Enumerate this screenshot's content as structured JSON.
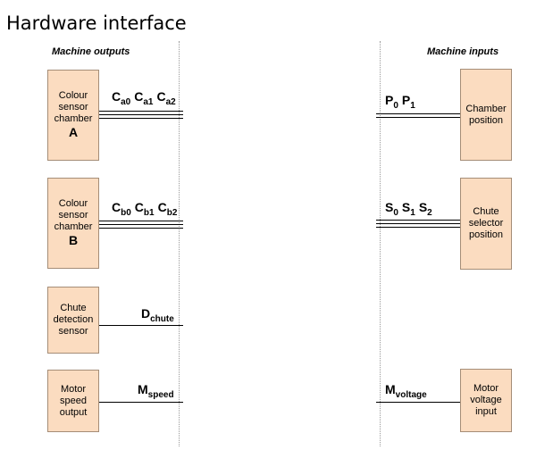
{
  "title": "Hardware interface",
  "outputs_header": "Machine outputs",
  "inputs_header": "Machine inputs",
  "outputs": [
    {
      "lines": [
        "Colour",
        "sensor",
        "chamber"
      ],
      "big": "A",
      "signal": [
        {
          "b": "C",
          "s": "a0"
        },
        {
          "b": "C",
          "s": "a1"
        },
        {
          "b": "C",
          "s": "a2"
        }
      ]
    },
    {
      "lines": [
        "Colour",
        "sensor",
        "chamber"
      ],
      "big": "B",
      "signal": [
        {
          "b": "C",
          "s": "b0"
        },
        {
          "b": "C",
          "s": "b1"
        },
        {
          "b": "C",
          "s": "b2"
        }
      ]
    },
    {
      "lines": [
        "Chute",
        "detection",
        "sensor"
      ],
      "big": "",
      "signal": [
        {
          "b": "D",
          "s": "chute"
        }
      ]
    },
    {
      "lines": [
        "Motor",
        "speed",
        "output"
      ],
      "big": "",
      "signal": [
        {
          "b": "M",
          "s": "speed"
        }
      ]
    }
  ],
  "inputs": [
    {
      "lines": [
        "Chamber",
        "position"
      ],
      "signal": [
        {
          "b": "P",
          "s": "0"
        },
        {
          "b": "P",
          "s": "1"
        }
      ]
    },
    {
      "lines": [
        "Chute",
        "selector",
        "position"
      ],
      "signal": [
        {
          "b": "S",
          "s": "0"
        },
        {
          "b": "S",
          "s": "1"
        },
        {
          "b": "S",
          "s": "2"
        }
      ]
    },
    {
      "lines": [
        "Motor",
        "voltage",
        "input"
      ],
      "signal": [
        {
          "b": "M",
          "s": "voltage"
        }
      ]
    }
  ]
}
